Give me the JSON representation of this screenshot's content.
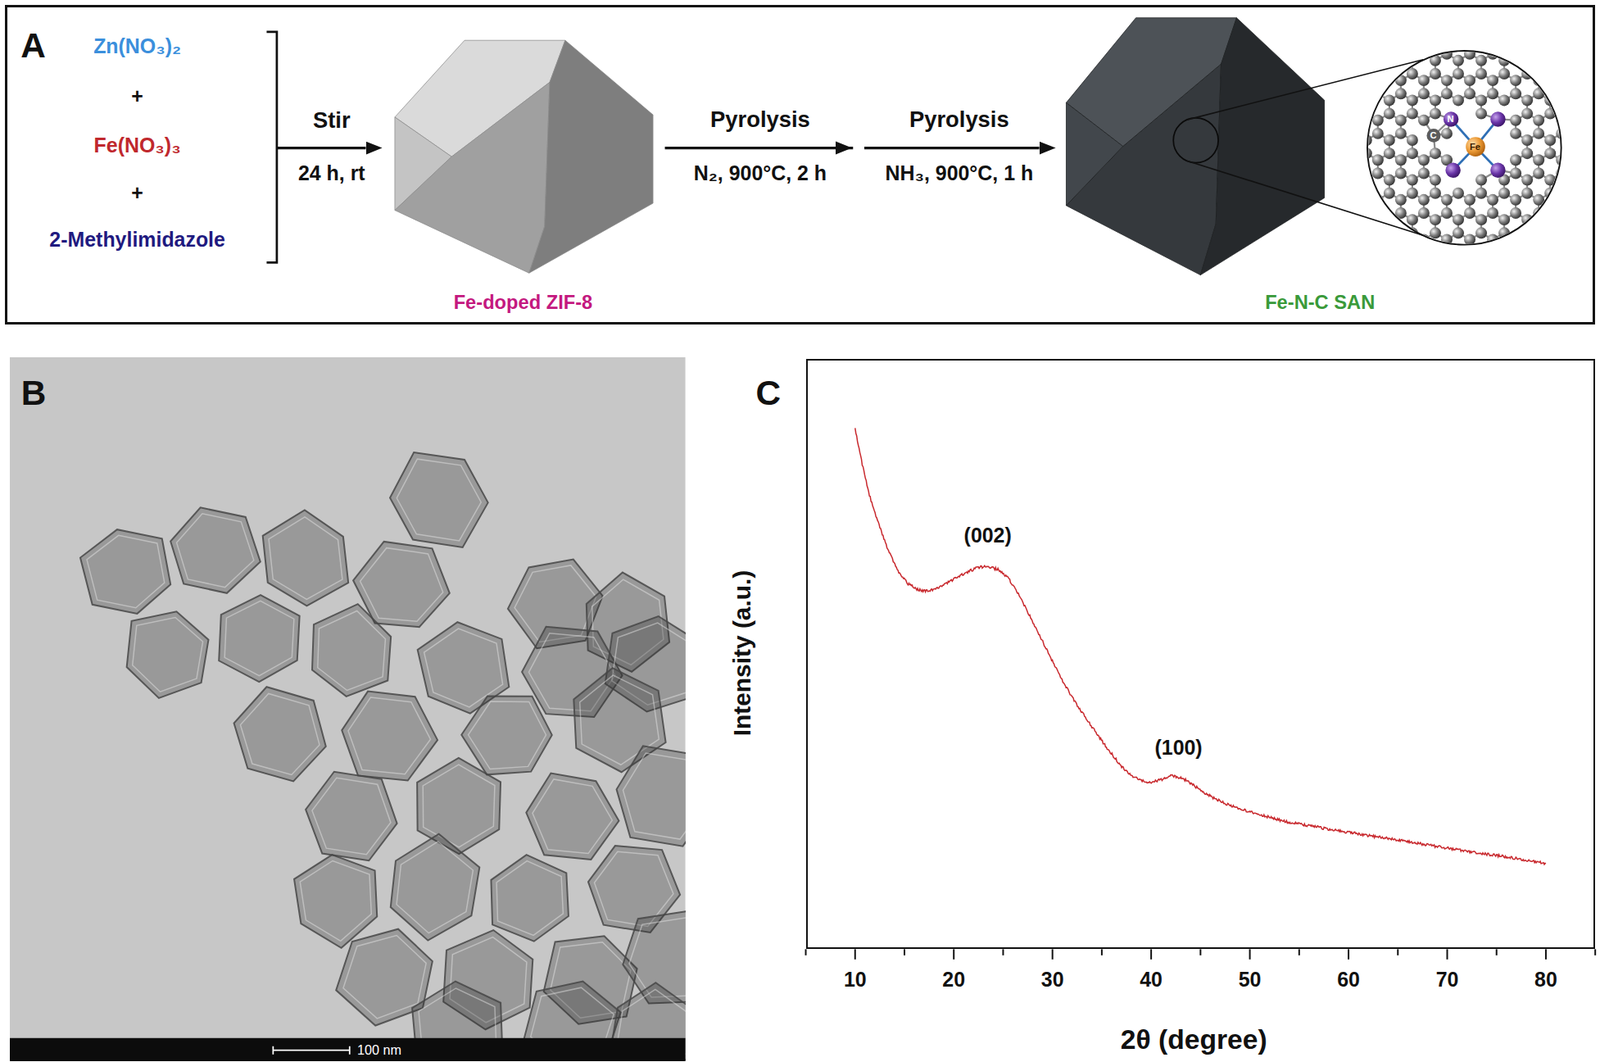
{
  "diagram": {
    "nodes": [
      {
        "text": [
          "A"
        ]
      },
      {
        "text": [
          "Zn(NO₃)₂",
          "+",
          "Fe(NO₃)₃",
          "+",
          "2-Methylimidazole"
        ],
        "in": 0
      },
      {
        "text": [
          "Fe-doped ZIF-8"
        ],
        "in": 0
      },
      {
        "text": [
          "Fe-N-C SAN"
        ],
        "in": 0
      },
      {
        "text": [
          "N",
          "C",
          "Fe"
        ],
        "in": 0
      },
      {
        "text": [
          "B"
        ]
      },
      {
        "text": [
          "C"
        ]
      }
    ],
    "edges": [
      {
        "from": 1,
        "to": 2,
        "arrow": "to"
      },
      {
        "from": 2,
        "to": 3,
        "arrow": "to"
      }
    ],
    "labels": [
      "Stir",
      "24 h, rt",
      "Pyrolysis",
      "N₂, 900°C, 2 h",
      "Pyrolysis",
      "NH₃, 900°C, 1 h",
      "100 nm",
      "(002)",
      "(100)",
      "Intensity (a.u.)",
      "10",
      "20",
      "30",
      "40",
      "50",
      "60",
      "70",
      "80",
      "2θ (degree)"
    ]
  }
}
